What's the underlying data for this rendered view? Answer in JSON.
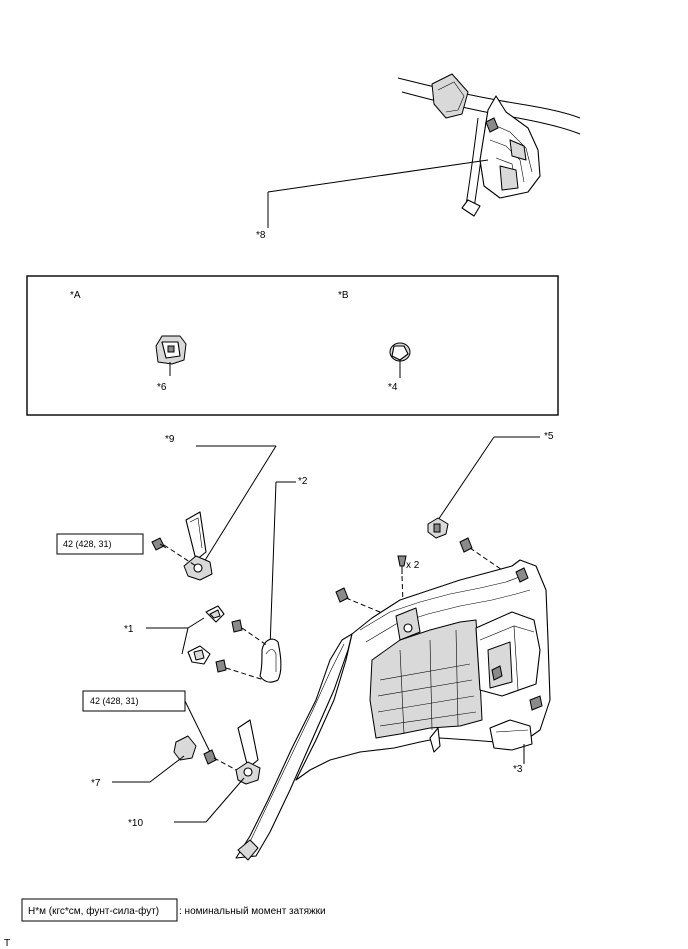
{
  "callouts": {
    "c1": "*1",
    "c2": "*2",
    "c3": "*3",
    "c4": "*4",
    "c5": "*5",
    "c6": "*6",
    "c7": "*7",
    "c8": "*8",
    "c9": "*9",
    "c10": "*10",
    "cA": "*A",
    "cB": "*B"
  },
  "quantity_label": "x 2",
  "torque_specs": {
    "upper": "42 (428, 31)",
    "lower": "42 (428, 31)"
  },
  "legend": {
    "unit_box": "Н*м (кгс*см, фунт-сила-фут)",
    "description": ": номинальный момент затяжки"
  },
  "corner_mark": "T"
}
